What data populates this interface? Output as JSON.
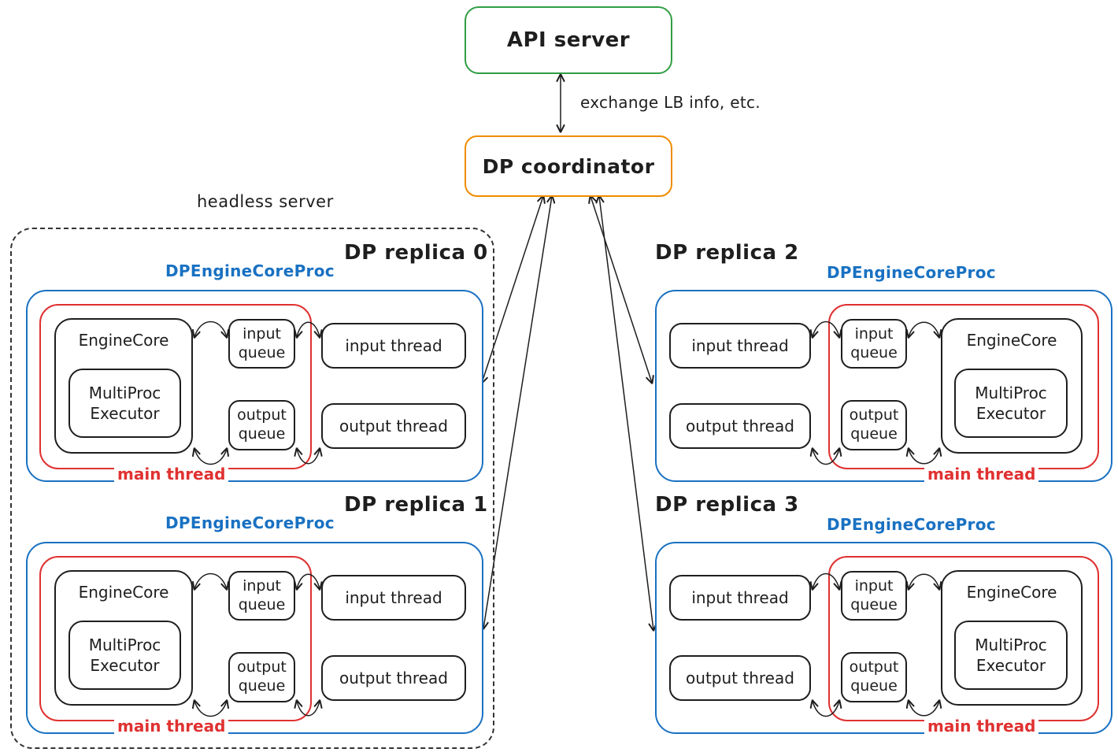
{
  "colors": {
    "ink": "#1e1e1e",
    "green": "#2f9e44",
    "orange": "#f08c00",
    "blue": "#1971c2",
    "red": "#e03131",
    "bg": "#ffffff"
  },
  "nodes": {
    "api_server": "API server",
    "dp_coordinator": "DP coordinator"
  },
  "annotations": {
    "exchange_note": "exchange LB info, etc.",
    "headless_server": "headless server"
  },
  "replicas": [
    {
      "title": "DP replica 0",
      "proc_label": "DPEngineCoreProc",
      "engine_core": "EngineCore",
      "executor": "MultiProc Executor",
      "input_queue": "input queue",
      "output_queue": "output queue",
      "input_thread": "input thread",
      "output_thread": "output thread",
      "main_thread": "main thread"
    },
    {
      "title": "DP replica 1",
      "proc_label": "DPEngineCoreProc",
      "engine_core": "EngineCore",
      "executor": "MultiProc Executor",
      "input_queue": "input queue",
      "output_queue": "output queue",
      "input_thread": "input thread",
      "output_thread": "output thread",
      "main_thread": "main thread"
    },
    {
      "title": "DP replica 2",
      "proc_label": "DPEngineCoreProc",
      "engine_core": "EngineCore",
      "executor": "MultiProc Executor",
      "input_queue": "input queue",
      "output_queue": "output queue",
      "input_thread": "input thread",
      "output_thread": "output thread",
      "main_thread": "main thread"
    },
    {
      "title": "DP replica 3",
      "proc_label": "DPEngineCoreProc",
      "engine_core": "EngineCore",
      "executor": "MultiProc Executor",
      "input_queue": "input queue",
      "output_queue": "output queue",
      "input_thread": "input thread",
      "output_thread": "output thread",
      "main_thread": "main thread"
    }
  ]
}
